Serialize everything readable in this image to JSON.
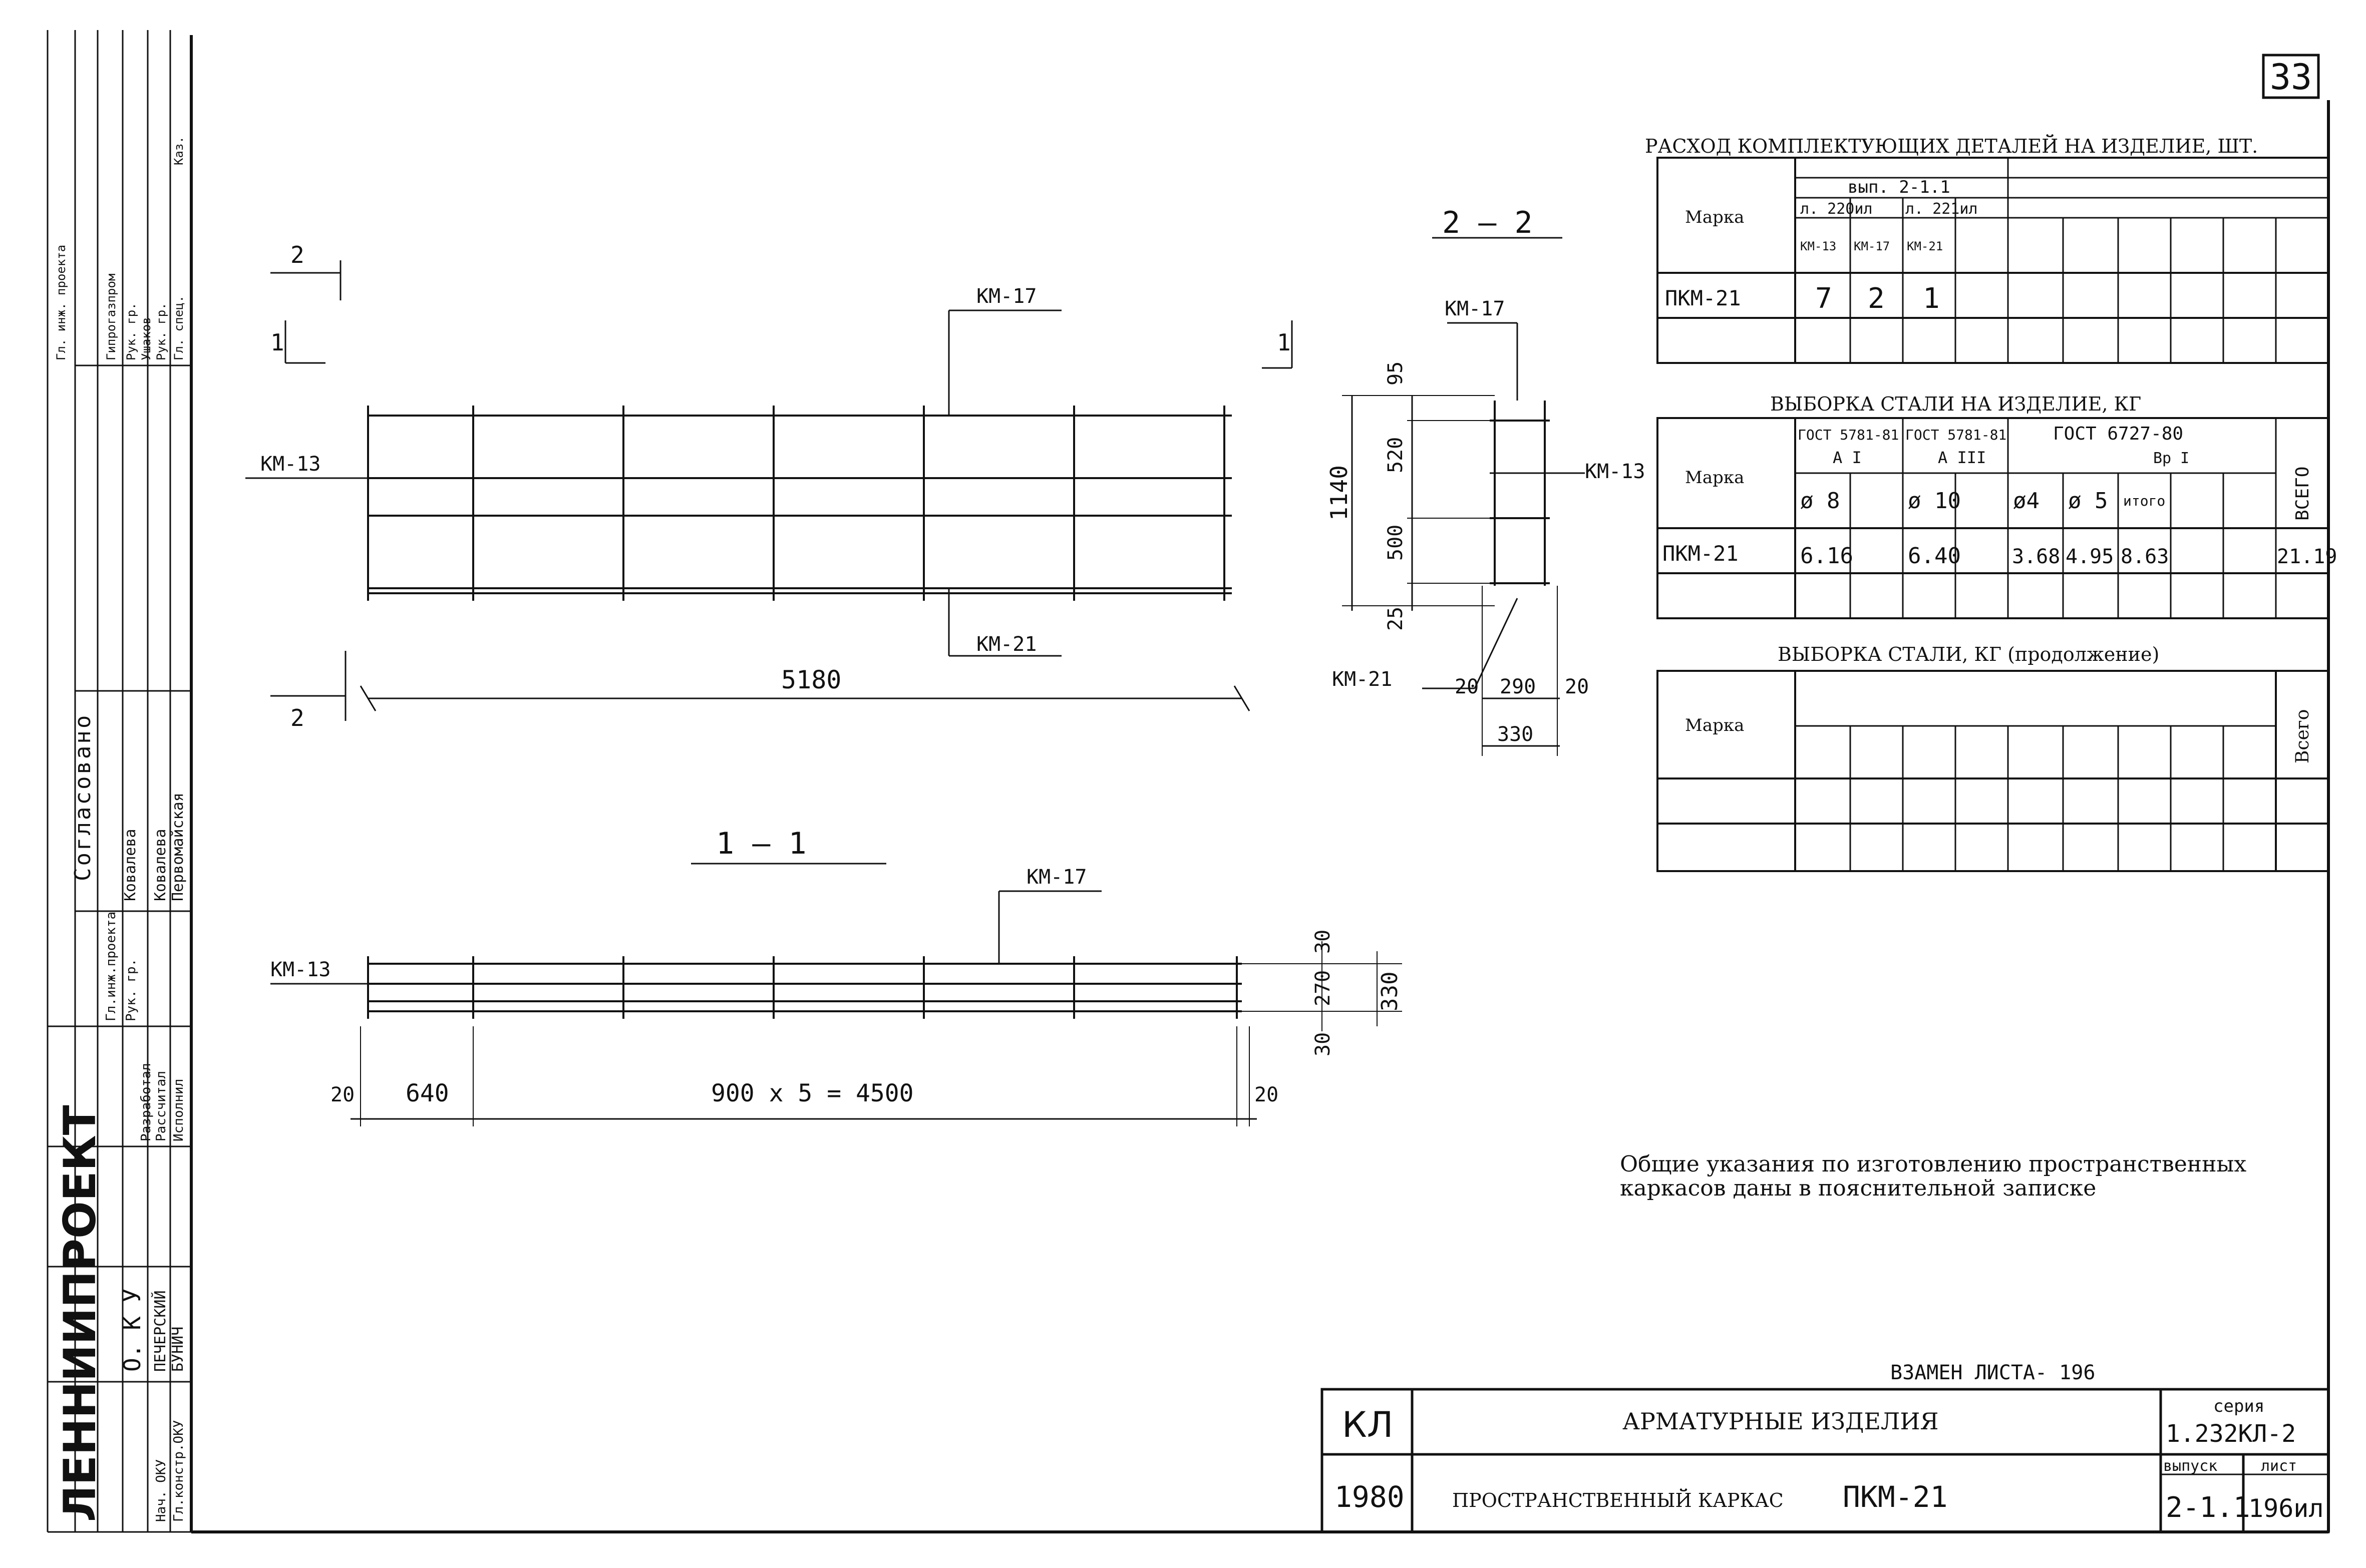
{
  "sheet_number": "33",
  "replaces": "ВЗАМЕН ЛИСТА- 196",
  "org_name": "ЛЕННИИПРОЕКТ",
  "dept": "О. К У",
  "approval_label": "Согласовано",
  "left_stamp": {
    "roles": [
      "Гл.инж.проекта",
      "Рук. гр.",
      "Разработал",
      "Рассчитал",
      "Исполнил",
      "Нач. ОКУ",
      "Гл.констр.ОКУ"
    ],
    "names": [
      "Ковалева",
      "Ковалева",
      "Первомайская",
      "ПЕЧЕРСКИЙ",
      "БУНИЧ"
    ],
    "scribbles": [
      "Гл. инж. проекта",
      "Гипрогазпром",
      "Рук. гр.",
      "Ушаков",
      "Рук. гр.",
      "Гл. спец.",
      "Каз."
    ]
  },
  "view_labels": {
    "section_2_2": "2 — 2",
    "section_1_1": "1 — 1",
    "cut_2": "2",
    "cut_1": "1"
  },
  "elements": {
    "km13": "КМ-13",
    "km17": "КМ-17",
    "km21": "КМ-21"
  },
  "dims": {
    "plan_length": "5180",
    "d95": "95",
    "d520": "520",
    "d500": "500",
    "d25": "25",
    "d1140": "1140",
    "d20a": "20",
    "d290": "290",
    "d20b": "20",
    "d330": "330",
    "d30a": "30",
    "d270": "270",
    "d30b": "30",
    "d330s": "330",
    "e20a": "20",
    "d640": "640",
    "d900": "900 x 5 = 4500",
    "e20b": "20"
  },
  "table1": {
    "title": "РАСХОД КОМПЛЕКТУЮЩИХ ДЕТАЛЕЙ НА ИЗДЕЛИЕ, ШТ.",
    "mark_header": "Марка",
    "issue": "вып. 2-1.1",
    "sheets": [
      "л. 220ил",
      "л. 221ил"
    ],
    "cols": [
      "КМ-13",
      "КМ-17",
      "КМ-21"
    ],
    "row_mark": "ПКМ-21",
    "values": [
      "7",
      "2",
      "1"
    ]
  },
  "table2": {
    "title": "ВЫБОРКА СТАЛИ НА ИЗДЕЛИЕ, КГ",
    "mark_header": "Марка",
    "gost": [
      "ГОСТ 5781-81",
      "ГОСТ 5781-81",
      "ГОСТ 6727-80"
    ],
    "classes": [
      "А I",
      "А III",
      "Вр I"
    ],
    "diams": [
      "ø 8",
      "ø 10",
      "ø4",
      "ø 5",
      "итого"
    ],
    "total_header": "ВСЕГО",
    "row_mark": "ПКМ-21",
    "values": [
      "6.16",
      "6.40",
      "3.68",
      "4.95",
      "8.63",
      "21.19"
    ]
  },
  "table3": {
    "title": "ВЫБОРКА СТАЛИ, КГ (продолжение)",
    "mark_header": "Марка",
    "total_header": "Всего"
  },
  "note": {
    "line1": "Общие указания по изготовлению пространственных",
    "line2": "каркасов даны в пояснительной записке"
  },
  "title_block": {
    "code": "КЛ",
    "year": "1980",
    "title": "АРМАТУРНЫЕ ИЗДЕЛИЯ",
    "subtitle": "ПРОСТРАНСТВЕННЫЙ КАРКАС",
    "product": "ПКМ-21",
    "series_label": "серия",
    "series": "1.232КЛ-2",
    "issue_label": "выпуск",
    "issue": "2-1.1",
    "sheet_label": "лист",
    "sheet": "196ил"
  }
}
